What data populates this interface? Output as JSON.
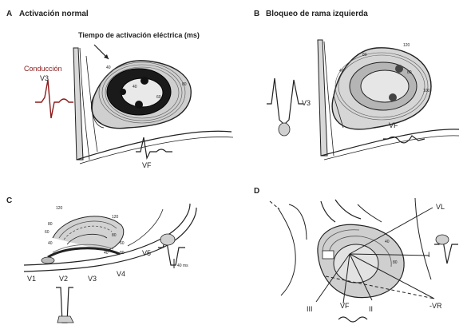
{
  "panels": {
    "a": {
      "letter": "A",
      "title": "Activación normal",
      "annotation": "Tiempo de activación eléctrica (ms)",
      "conduction": "Conducción",
      "lead_v3": "V3",
      "lead_vf": "VF",
      "nums": [
        "40",
        "80",
        "60",
        "40"
      ]
    },
    "b": {
      "letter": "B",
      "title": "Bloqueo de rama izquierda",
      "lead_v3": "V3",
      "lead_vf": "VF",
      "nums": [
        "80",
        "120",
        "40",
        "80",
        "100"
      ]
    },
    "c": {
      "letter": "C",
      "leads": [
        "V1",
        "V2",
        "V3",
        "V4",
        "V5"
      ],
      "nums": [
        "120",
        "120",
        "80",
        "60",
        "40",
        "80",
        "60",
        "40",
        "80"
      ],
      "scale": "40 ms"
    },
    "d": {
      "letter": "D",
      "lead_vl": "VL",
      "lead_i": "I",
      "lead_vr": "-VR",
      "lead_iii": "III",
      "lead_vf": "VF",
      "lead_ii": "II",
      "nums": [
        "40",
        "80"
      ]
    }
  }
}
